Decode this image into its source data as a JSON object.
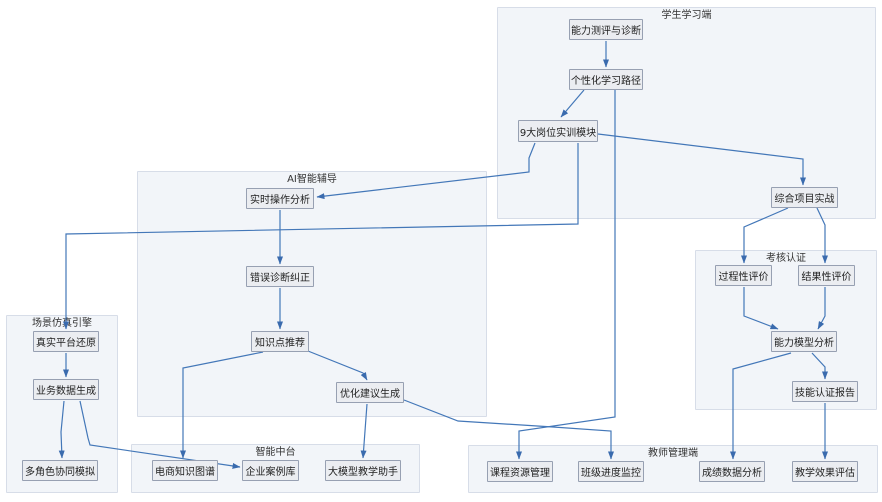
{
  "diagram": {
    "type": "flowchart",
    "groups": {
      "student_side": {
        "title": "学生学习端"
      },
      "ai_tutoring": {
        "title": "AI智能辅导"
      },
      "scene_engine": {
        "title": "场景仿真引擎"
      },
      "assessment_cert": {
        "title": "考核认证"
      },
      "smart_platform": {
        "title": "智能中台"
      },
      "teacher_side": {
        "title": "教师管理端"
      }
    },
    "nodes": {
      "capability_assessment": {
        "label": "能力测评与诊断",
        "group": "student_side"
      },
      "personalized_path": {
        "label": "个性化学习路径",
        "group": "student_side"
      },
      "job_training_modules": {
        "label": "9大岗位实训模块",
        "group": "student_side"
      },
      "comprehensive_project": {
        "label": "综合项目实战",
        "group": "student_side"
      },
      "realtime_operation_analysis": {
        "label": "实时操作分析",
        "group": "ai_tutoring"
      },
      "error_diagnosis": {
        "label": "错误诊断纠正",
        "group": "ai_tutoring"
      },
      "knowledge_recommendation": {
        "label": "知识点推荐",
        "group": "ai_tutoring"
      },
      "optimization_suggestion": {
        "label": "优化建议生成",
        "group": "ai_tutoring"
      },
      "platform_restore": {
        "label": "真实平台还原",
        "group": "scene_engine"
      },
      "business_data_generation": {
        "label": "业务数据生成",
        "group": "scene_engine"
      },
      "multi_role_simulation": {
        "label": "多角色协同模拟",
        "group": "scene_engine"
      },
      "ecommerce_knowledge_graph": {
        "label": "电商知识图谱",
        "group": "smart_platform"
      },
      "enterprise_case_library": {
        "label": "企业案例库",
        "group": "smart_platform"
      },
      "llm_teaching_assistant": {
        "label": "大模型教学助手",
        "group": "smart_platform"
      },
      "course_resource_management": {
        "label": "课程资源管理",
        "group": "teacher_side"
      },
      "class_progress_monitoring": {
        "label": "班级进度监控",
        "group": "teacher_side"
      },
      "score_data_analysis": {
        "label": "成绩数据分析",
        "group": "teacher_side"
      },
      "teaching_effect_evaluation": {
        "label": "教学效果评估",
        "group": "teacher_side"
      },
      "process_evaluation": {
        "label": "过程性评价",
        "group": "assessment_cert"
      },
      "result_evaluation": {
        "label": "结果性评价",
        "group": "assessment_cert"
      },
      "ability_model_analysis": {
        "label": "能力模型分析",
        "group": "assessment_cert"
      },
      "skill_certification_report": {
        "label": "技能认证报告",
        "group": "assessment_cert"
      }
    },
    "edges": [
      {
        "from": "capability_assessment",
        "to": "personalized_path"
      },
      {
        "from": "personalized_path",
        "to": "job_training_modules"
      },
      {
        "from": "personalized_path",
        "to": "course_resource_management"
      },
      {
        "from": "job_training_modules",
        "to": "comprehensive_project"
      },
      {
        "from": "job_training_modules",
        "to": "realtime_operation_analysis"
      },
      {
        "from": "job_training_modules",
        "to": "platform_restore"
      },
      {
        "from": "realtime_operation_analysis",
        "to": "error_diagnosis"
      },
      {
        "from": "error_diagnosis",
        "to": "knowledge_recommendation"
      },
      {
        "from": "knowledge_recommendation",
        "to": "ecommerce_knowledge_graph"
      },
      {
        "from": "knowledge_recommendation",
        "to": "optimization_suggestion"
      },
      {
        "from": "optimization_suggestion",
        "to": "llm_teaching_assistant"
      },
      {
        "from": "optimization_suggestion",
        "to": "class_progress_monitoring"
      },
      {
        "from": "comprehensive_project",
        "to": "process_evaluation"
      },
      {
        "from": "comprehensive_project",
        "to": "result_evaluation"
      },
      {
        "from": "process_evaluation",
        "to": "ability_model_analysis"
      },
      {
        "from": "result_evaluation",
        "to": "ability_model_analysis"
      },
      {
        "from": "ability_model_analysis",
        "to": "skill_certification_report"
      },
      {
        "from": "ability_model_analysis",
        "to": "score_data_analysis"
      },
      {
        "from": "skill_certification_report",
        "to": "teaching_effect_evaluation"
      },
      {
        "from": "platform_restore",
        "to": "business_data_generation"
      },
      {
        "from": "business_data_generation",
        "to": "multi_role_simulation"
      },
      {
        "from": "business_data_generation",
        "to": "enterprise_case_library"
      }
    ],
    "colors": {
      "edge": "#4377b8",
      "arrowhead": "#3a6bae",
      "node_fill": "#ebedf1",
      "node_border": "#97a0b2",
      "group_fill": "#f2f5f9",
      "group_border": "#d7dde8",
      "text": "#222222",
      "background": "#ffffff"
    }
  }
}
